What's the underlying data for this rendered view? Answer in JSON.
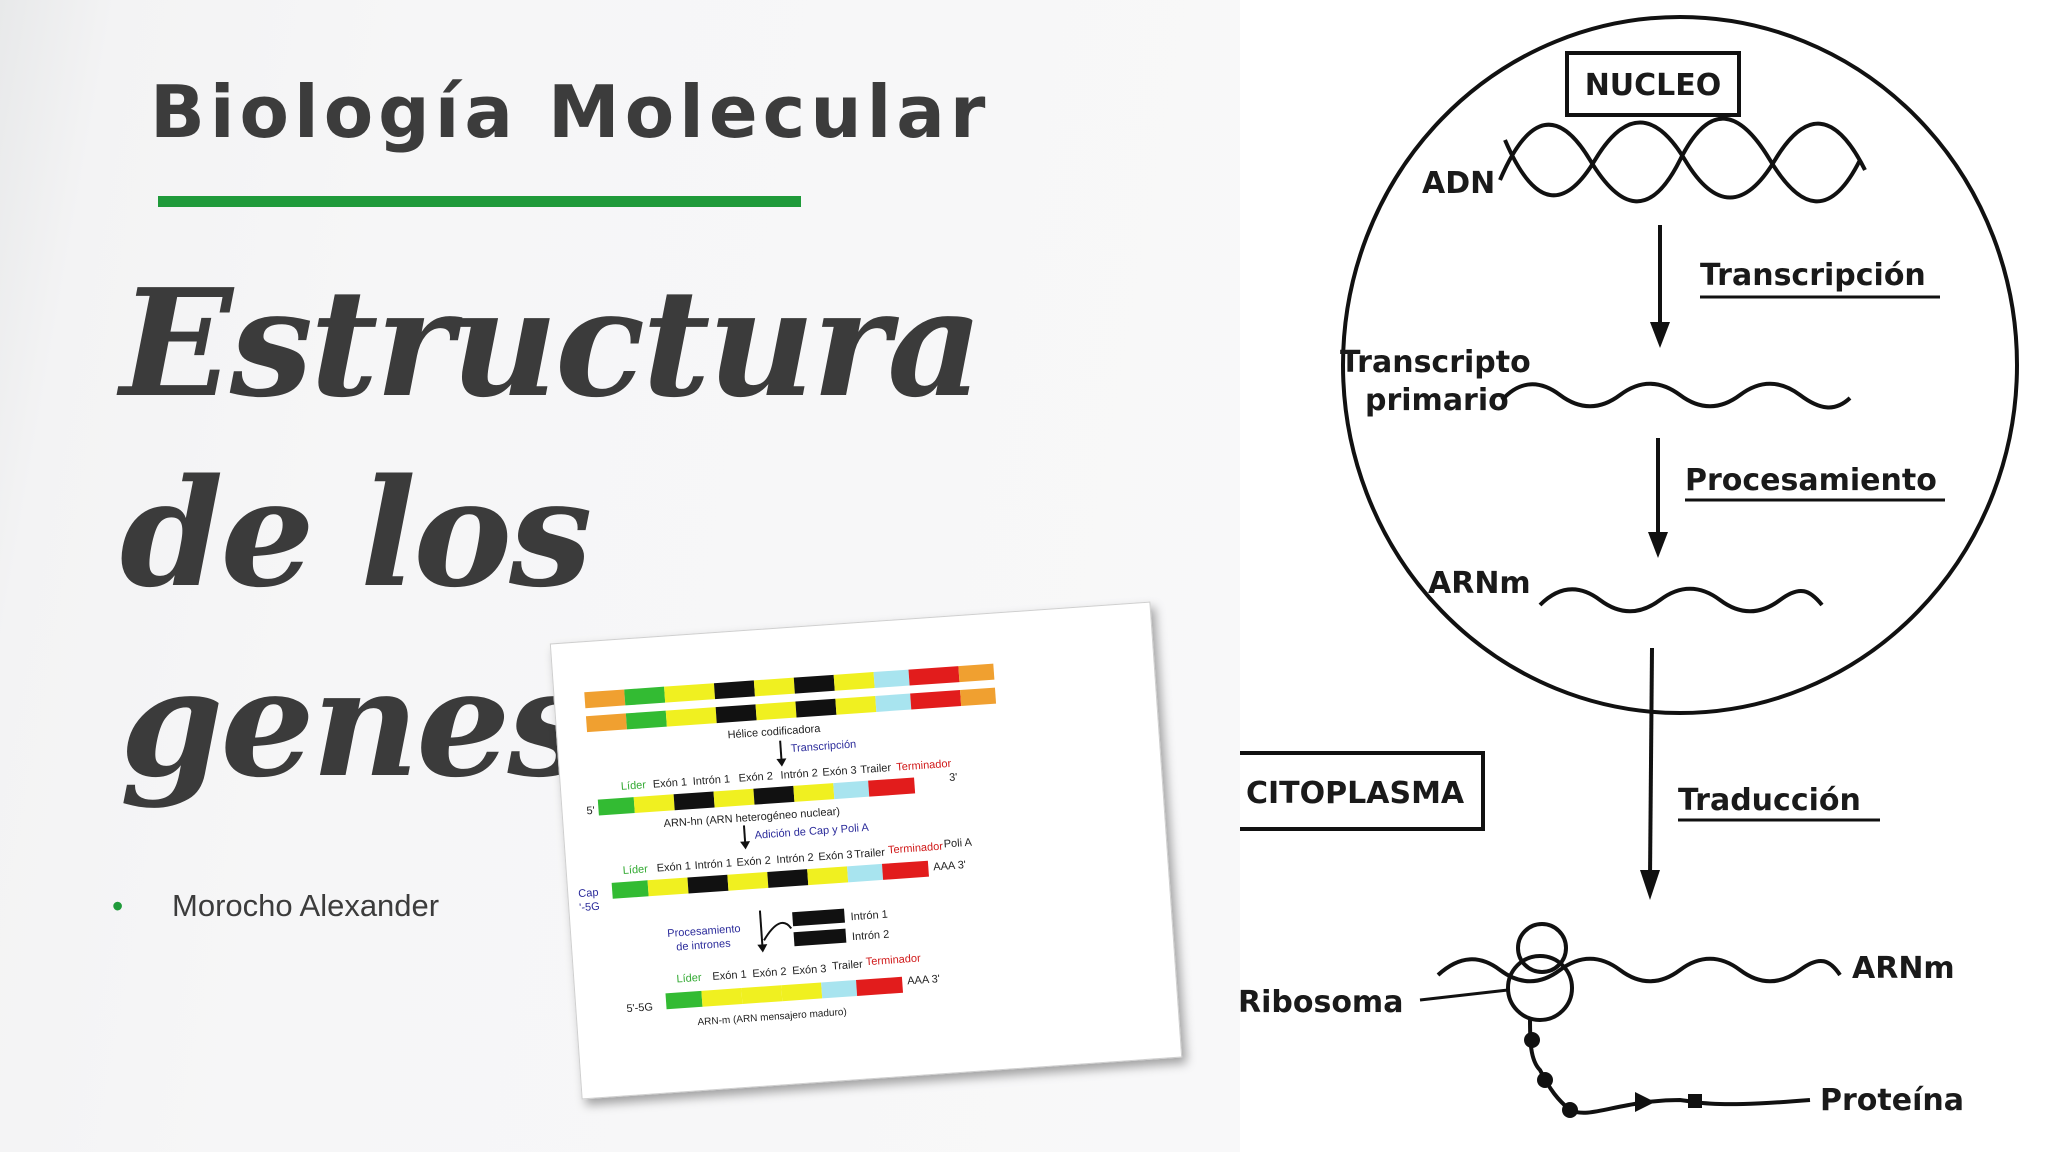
{
  "slide": {
    "subtitle": "Biología Molecular",
    "title_lines": [
      "Estructura",
      "de los",
      "genes"
    ],
    "bullet": "•",
    "author": "Morocho Alexander",
    "accent_color": "#1f9a3a",
    "text_color": "#3b3b3b"
  },
  "gene_figure": {
    "labels": {
      "helice": "Hélice codificadora",
      "transcripcion": "Transcripción",
      "lider": "Líder",
      "exon1": "Exón 1",
      "intron1": "Intrón 1",
      "exon2": "Exón 2",
      "intron2": "Intrón 2",
      "exon3": "Exón 3",
      "trailer": "Trailer",
      "terminador": "Terminador",
      "five": "5'",
      "three": "3'",
      "arn_hn": "ARN-hn (ARN heterogéneo nuclear)",
      "adicion": "Adición de Cap y Poli A",
      "poli": "Poli A",
      "aaa3": "AAA 3'",
      "cap": "Cap",
      "cap5g": "'-5G",
      "procesamiento": "Procesamiento",
      "de_intrones": "de intrones",
      "intron1_label": "Intrón 1",
      "intron2_label": "Intrón 2",
      "five5g": "5'-5G",
      "arn_m": "ARN-m (ARN mensajero maduro)"
    }
  },
  "flow_diagram": {
    "nucleo": "NUCLEO",
    "adn": "ADN",
    "transcripcion": "Transcripción",
    "transcripto": "Transcripto",
    "primario": "primario",
    "procesamiento": "Procesamiento",
    "arnm_nucleus": "ARNm",
    "traduccion": "Traducción",
    "citoplasma": "CITOPLASMA",
    "arnm_cyto": "ARNm",
    "ribosoma": "Ribosoma",
    "proteina": "Proteína"
  }
}
